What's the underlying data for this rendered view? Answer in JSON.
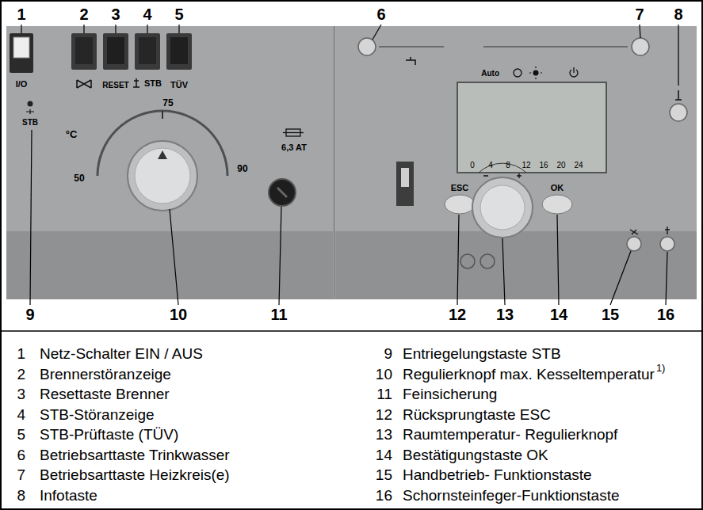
{
  "diagram": {
    "labels": [
      "1",
      "2",
      "3",
      "4",
      "5",
      "6",
      "7",
      "8",
      "I/O",
      "RESET",
      "STB",
      "TÜV",
      "STB",
      "°C",
      "50",
      "75",
      "90",
      "6,3 AT",
      "Auto",
      "0",
      "4",
      "8",
      "12",
      "16",
      "20",
      "24",
      "ESC",
      "OK",
      "9",
      "10",
      "11",
      "12",
      "13",
      "14",
      "15",
      "16",
      "1",
      "Netz-Schalter EIN / AUS",
      "2",
      "Brennerstöranzeige",
      "3",
      "Resettaste Brenner",
      "4",
      "STB-Störanzeige",
      "5",
      "STB-Prüftaste (TÜV)",
      "6",
      "Betriebsarttaste Trinkwasser",
      "7",
      "Betriebsarttaste Heizkreis(e)",
      "8",
      "Infotaste",
      "9",
      "Entriegelungstaste STB",
      "10",
      "Regulierknopf max. Kesseltemperatur",
      "1)",
      "11",
      "Feinsicherung",
      "12",
      "Rücksprungtaste ESC",
      "13",
      "Raumtemperatur- Regulierknopf",
      "14",
      "Bestätigungstaste OK",
      "15",
      "Handbetrieb- Funktionstaste",
      "16",
      "Schornsteinfeger-Funktionstaste"
    ]
  }
}
